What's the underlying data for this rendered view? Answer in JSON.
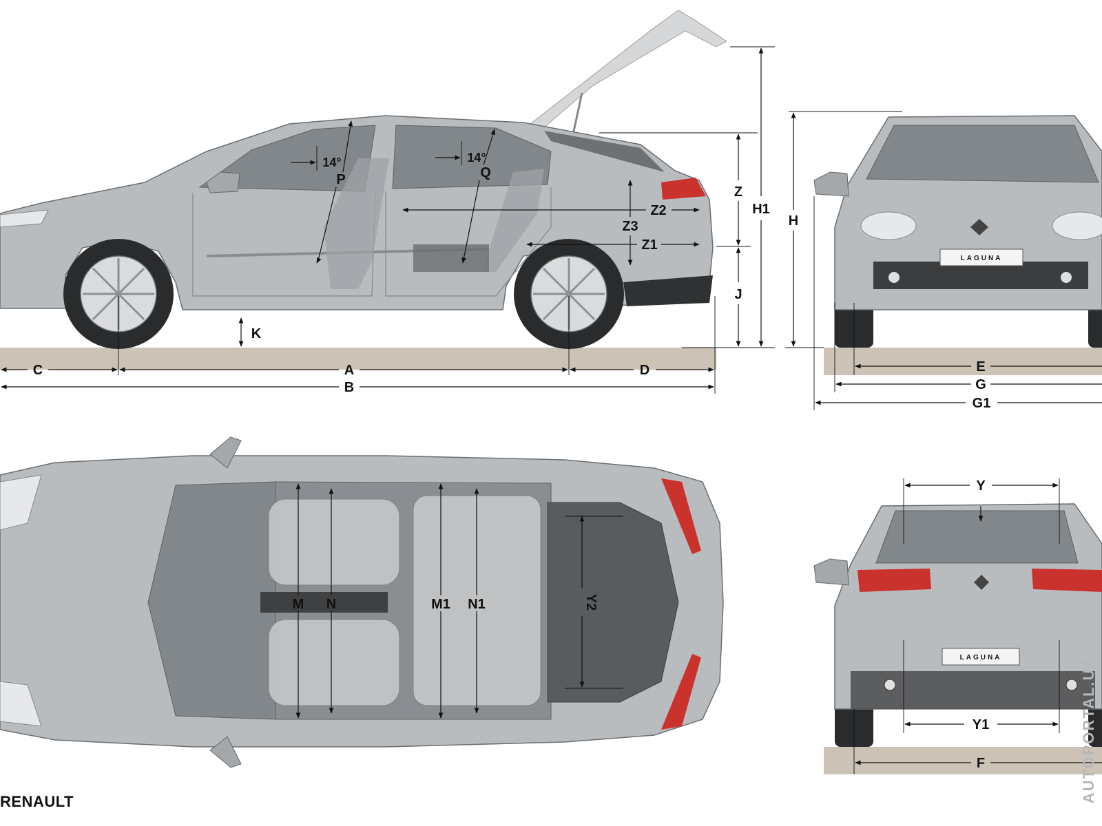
{
  "brand": "RENAULT",
  "watermark": "AUTOPORTAL.UA",
  "plate_text": "LAGUNA",
  "angle_label": "14°",
  "colors": {
    "body": "#b9bcbf",
    "glass": "#7d8286",
    "ground": "#ccc2b6",
    "tail_light": "#c9322d",
    "ink": "#111111"
  },
  "side_view": {
    "labels": {
      "c": "C",
      "a": "A",
      "d": "D",
      "b": "B",
      "k": "K",
      "j": "J",
      "z": "Z",
      "h1": "H1",
      "z1": "Z1",
      "z2": "Z2",
      "z3": "Z3",
      "p": "P",
      "q": "Q"
    }
  },
  "front_view": {
    "labels": {
      "h": "H",
      "e": "E",
      "g": "G",
      "g1": "G1"
    }
  },
  "top_view": {
    "labels": {
      "m": "M",
      "n": "N",
      "m1": "M1",
      "n1": "N1",
      "y2": "Y2"
    }
  },
  "rear_view": {
    "labels": {
      "y": "Y",
      "y1": "Y1",
      "f": "F"
    }
  }
}
